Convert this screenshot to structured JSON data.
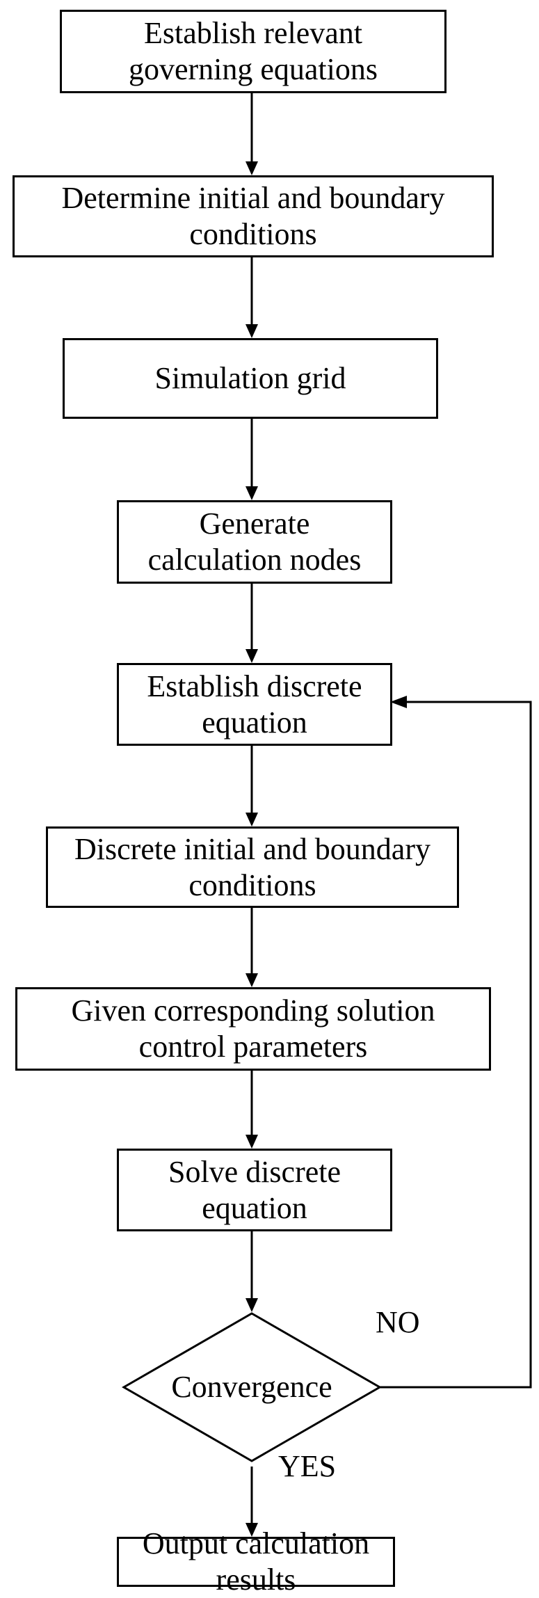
{
  "diagram": {
    "steps": [
      {
        "id": "governing",
        "label": "Establish relevant\ngoverning equations"
      },
      {
        "id": "conditions",
        "label": "Determine initial and boundary\nconditions"
      },
      {
        "id": "grid",
        "label": "Simulation grid"
      },
      {
        "id": "nodes",
        "label": "Generate\ncalculation nodes"
      },
      {
        "id": "discrete-eq",
        "label": "Establish discrete\nequation"
      },
      {
        "id": "discrete-cond",
        "label": "Discrete initial and boundary\nconditions"
      },
      {
        "id": "params",
        "label": "Given corresponding solution\ncontrol parameters"
      },
      {
        "id": "solve",
        "label": "Solve discrete\nequation"
      }
    ],
    "decision": {
      "label": "Convergence",
      "no_label": "NO",
      "yes_label": "YES"
    },
    "output": {
      "label": "Output calculation\nresults"
    }
  }
}
